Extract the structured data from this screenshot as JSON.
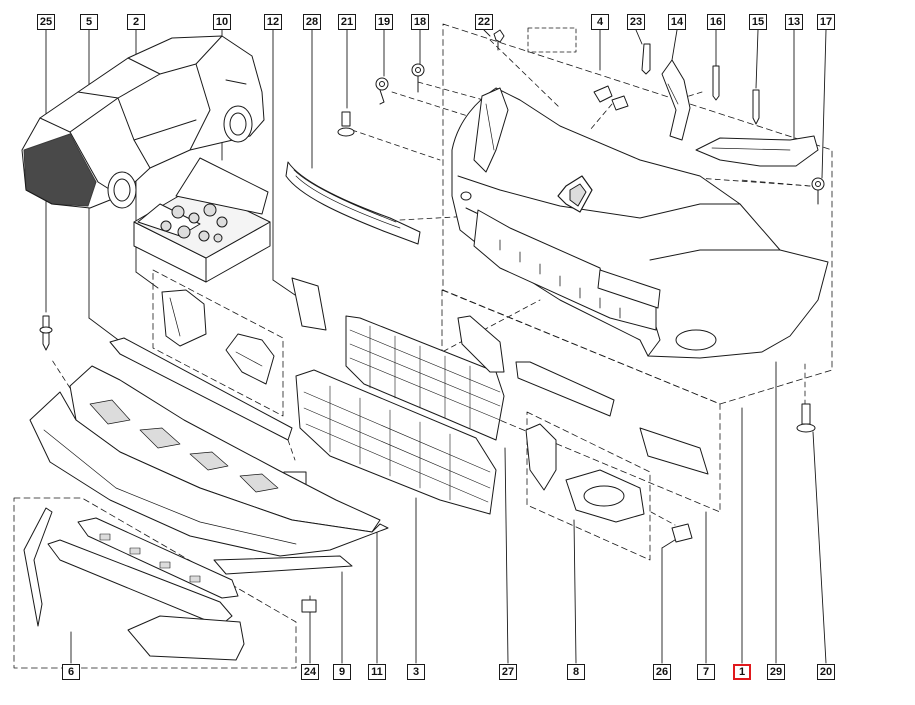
{
  "diagram": {
    "callouts": [
      {
        "id": "c25",
        "label": "25"
      },
      {
        "id": "c5",
        "label": "5"
      },
      {
        "id": "c2",
        "label": "2"
      },
      {
        "id": "c10",
        "label": "10"
      },
      {
        "id": "c12",
        "label": "12"
      },
      {
        "id": "c28",
        "label": "28"
      },
      {
        "id": "c21",
        "label": "21"
      },
      {
        "id": "c19",
        "label": "19"
      },
      {
        "id": "c18",
        "label": "18"
      },
      {
        "id": "c22",
        "label": "22"
      },
      {
        "id": "c4",
        "label": "4"
      },
      {
        "id": "c23",
        "label": "23"
      },
      {
        "id": "c14",
        "label": "14"
      },
      {
        "id": "c16",
        "label": "16"
      },
      {
        "id": "c15",
        "label": "15"
      },
      {
        "id": "c13",
        "label": "13"
      },
      {
        "id": "c17",
        "label": "17"
      },
      {
        "id": "c6",
        "label": "6"
      },
      {
        "id": "c24",
        "label": "24"
      },
      {
        "id": "c9",
        "label": "9"
      },
      {
        "id": "c11",
        "label": "11"
      },
      {
        "id": "c3",
        "label": "3"
      },
      {
        "id": "c27",
        "label": "27"
      },
      {
        "id": "c8",
        "label": "8"
      },
      {
        "id": "c26",
        "label": "26"
      },
      {
        "id": "c7",
        "label": "7"
      },
      {
        "id": "c1",
        "label": "1",
        "highlighted": true
      },
      {
        "id": "c29",
        "label": "29"
      },
      {
        "id": "c20",
        "label": "20"
      }
    ],
    "colors": {
      "line": "#1a1a1a",
      "part_fill": "#ffffff",
      "shade": "#dcdcdc",
      "highlight": "#e0191d"
    }
  }
}
